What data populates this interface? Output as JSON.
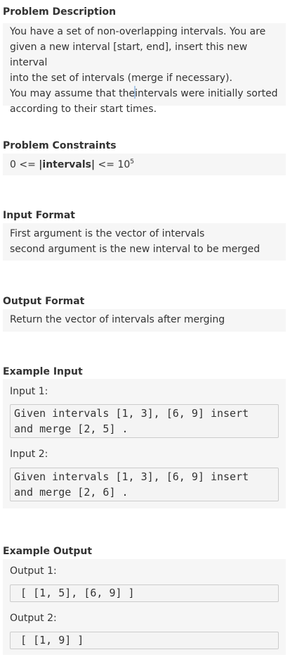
{
  "problem_description": {
    "title": "Problem Description",
    "line1": "You have a set of non-overlapping intervals. You are",
    "line2": "given a new interval [start, end], insert this new interval",
    "line3": "into the set of intervals (merge if necessary).",
    "line4_a": "You may assume that the",
    "line4_b": "intervals were initially sorted",
    "line5": "according to their start times."
  },
  "problem_constraints": {
    "title": "Problem Constraints",
    "prefix": "0 <= ",
    "term": "|intervals|",
    "suffix": " <= 10",
    "exponent": "5"
  },
  "input_format": {
    "title": "Input Format",
    "line1": "First argument is the vector of intervals",
    "line2": "second argument is the new interval to be merged"
  },
  "output_format": {
    "title": "Output Format",
    "line1": "Return the vector of intervals after merging"
  },
  "example_input": {
    "title": "Example Input",
    "items": [
      {
        "label": "Input 1:",
        "code_line1": "Given intervals [1, 3], [6, 9] insert",
        "code_line2": "and merge [2, 5] ."
      },
      {
        "label": "Input 2:",
        "code_line1": "Given intervals [1, 3], [6, 9] insert",
        "code_line2": "and merge [2, 6] ."
      }
    ]
  },
  "example_output": {
    "title": "Example Output",
    "items": [
      {
        "label": "Output 1:",
        "code": " [ [1, 5], [6, 9] ]"
      },
      {
        "label": "Output 2:",
        "code": " [ [1, 9] ]"
      }
    ]
  },
  "colors": {
    "text": "#333333",
    "box_background": "#f6f6f6",
    "code_border": "#cccccc",
    "cursor": "#aac8e8"
  }
}
